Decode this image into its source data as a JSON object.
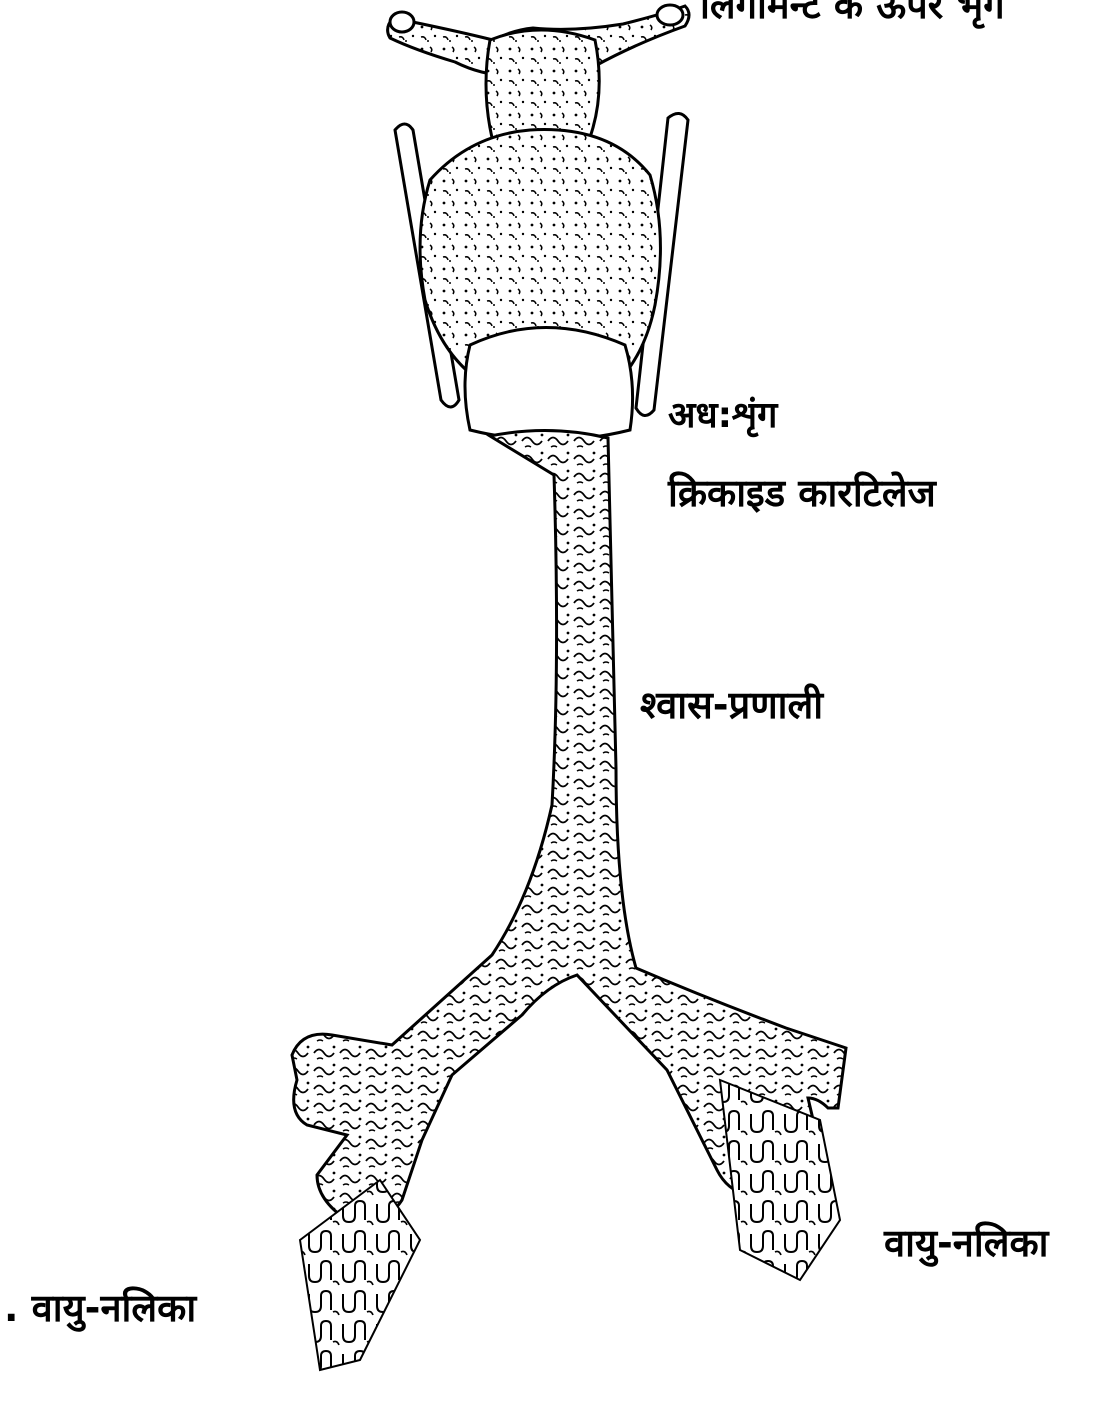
{
  "diagram": {
    "labels": {
      "top_partial": "लिगामेन्ट के ऊपर भृंग",
      "adhah_shring": "अध:शृंग",
      "cricoid": "क्रिकाइड कारटिलेज",
      "trachea": "श्वास-प्रणाली",
      "bronchus_right": "वायु-नलिका",
      "bronchus_left": ". वायु-नलिका"
    },
    "colors": {
      "ink": "#000000",
      "paper": "#ffffff"
    }
  }
}
